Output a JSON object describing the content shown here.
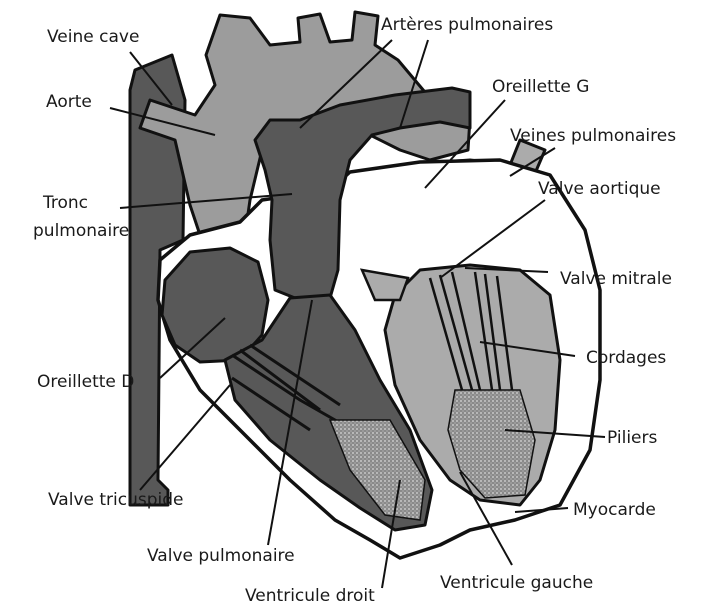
{
  "diagram": {
    "colors": {
      "dark": "#585858",
      "medium": "#9c9c9c",
      "light": "#ababab",
      "outline": "#111111",
      "background": "#ffffff"
    },
    "labels": {
      "veine_cave": "Veine cave",
      "aorte": "Aorte",
      "arteres_pulmonaires": "Artères pulmonaires",
      "oreillette_g": "Oreillette G",
      "veines_pulmonaires": "Veines pulmonaires",
      "valve_aortique": "Valve aortique",
      "tronc_line1": "Tronc",
      "tronc_line2": "pulmonaire",
      "valve_mitrale": "Valve mitrale",
      "cordages": "Cordages",
      "oreillette_d": "Oreillette D",
      "piliers": "Piliers",
      "myocarde": "Myocarde",
      "valve_tricuspide": "Valve tricuspide",
      "valve_pulmonaire": "Valve pulmonaire",
      "ventricule_gauche": "Ventricule gauche",
      "ventricule_droit": "Ventricule droit"
    }
  }
}
